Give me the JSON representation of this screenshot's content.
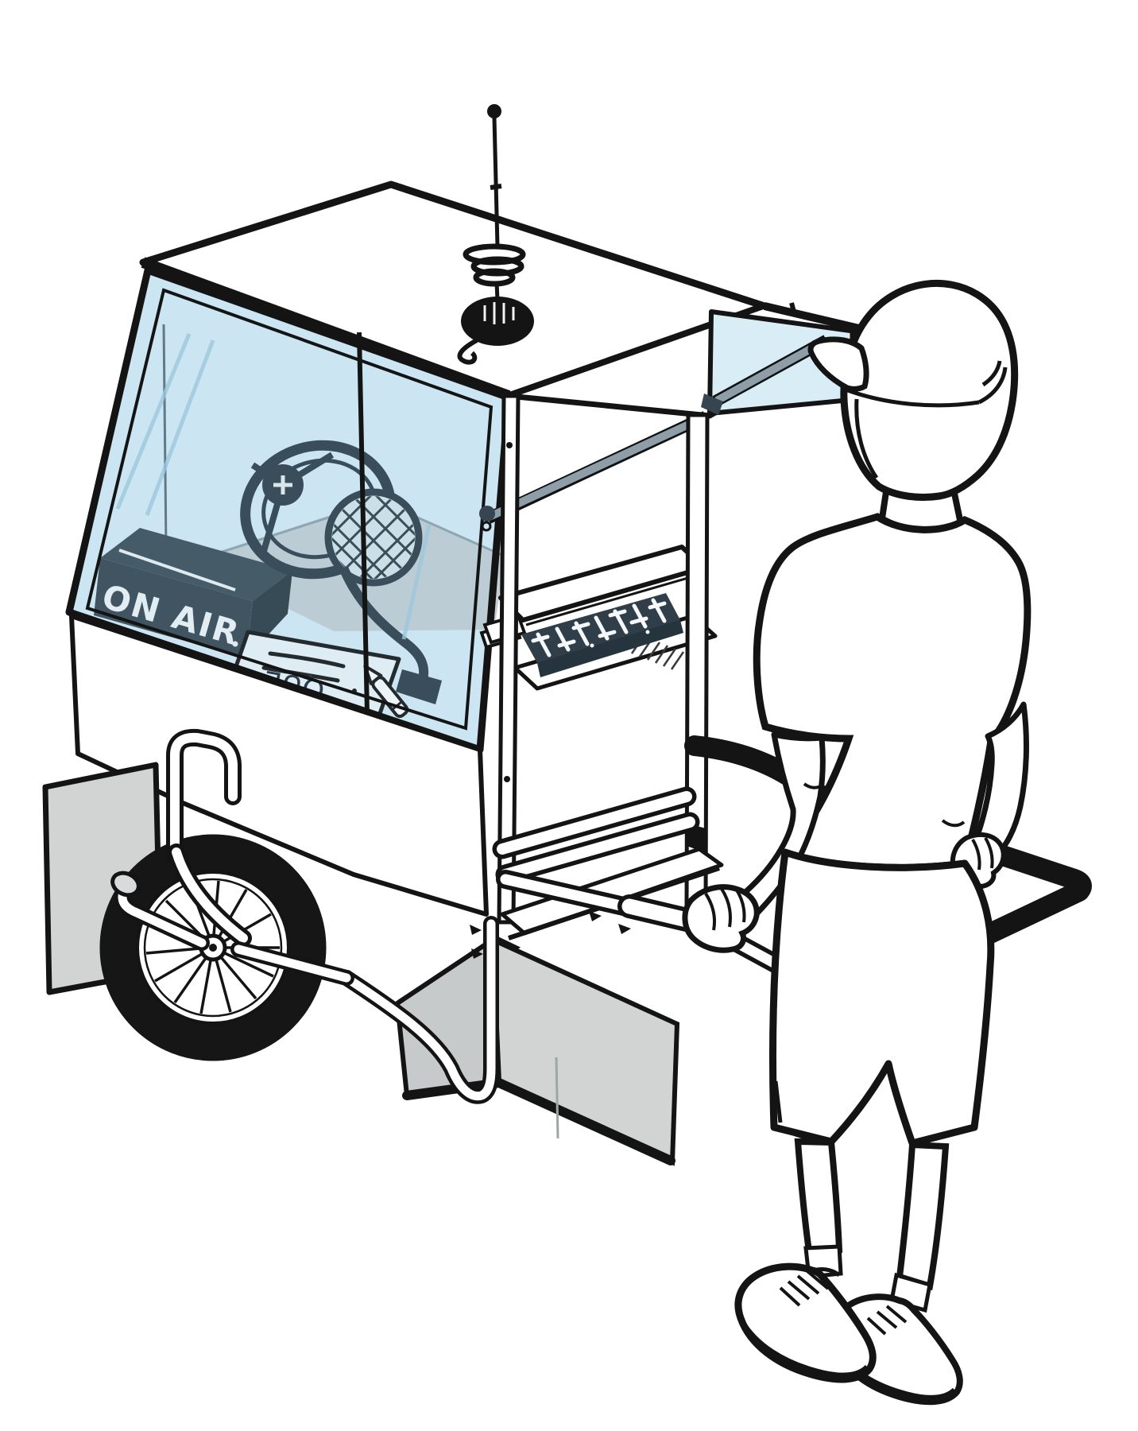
{
  "scene": {
    "description": "Black-and-white cartoon illustration: a person in a backwards baseball cap, t-shirt, shorts and sneakers pulls a small mobile street-radio cart. The bicycle-wheeled cart has a light-blue glass display case containing an ON AIR sign, a studio microphone in a round shock mount, and a script sheet with a pen; a fader mixer sits on a side shelf, a whip antenna with a spring coil stands on the roof, and gray storage crates ride underneath. A heavy black triangular tow handle loops behind the person.",
    "background": "#ffffff"
  },
  "cart": {
    "on_air_sign": {
      "label": "ON AIR"
    },
    "script_paper": {
      "line1": "QUE",
      "line2": "¿",
      "orientation": "upside-down handwriting"
    },
    "parts": [
      "whip-antenna",
      "spring-coil",
      "roof-panel",
      "glass-display-case",
      "on-air-sign",
      "microphone-shock-mount",
      "microphone-grille",
      "script-paper",
      "pen",
      "fader-mixer",
      "cassette-cards",
      "service-counter",
      "roof-strut",
      "frame-posts",
      "bicycle-wheel",
      "wheel-fork",
      "kickstand-tube",
      "wing-nuts",
      "push-handle-tubes",
      "grip-tube",
      "handle-loop",
      "storage-crates"
    ]
  },
  "person": {
    "parts": [
      "baseball-cap-backwards",
      "cap-brim",
      "head",
      "t-shirt",
      "left-arm",
      "left-hand-gripping",
      "right-arm",
      "right-hand",
      "shorts",
      "legs",
      "socks",
      "sneakers"
    ]
  },
  "palette": {
    "ink": "#141414",
    "white": "#ffffff",
    "glass": "#d9edf7",
    "glass_line": "#9ec7dc",
    "device_dark": "#36454f",
    "device_darker": "#2c3a43",
    "interior_gray": "#c6d0d4",
    "crate_gray": "#d2d4d4",
    "crate_dark": "#c7caca",
    "strut_gray": "#8d9ea8",
    "paper_white": "#eef6fa",
    "sign_text": "#f2f6f7",
    "tire": "#161616"
  }
}
